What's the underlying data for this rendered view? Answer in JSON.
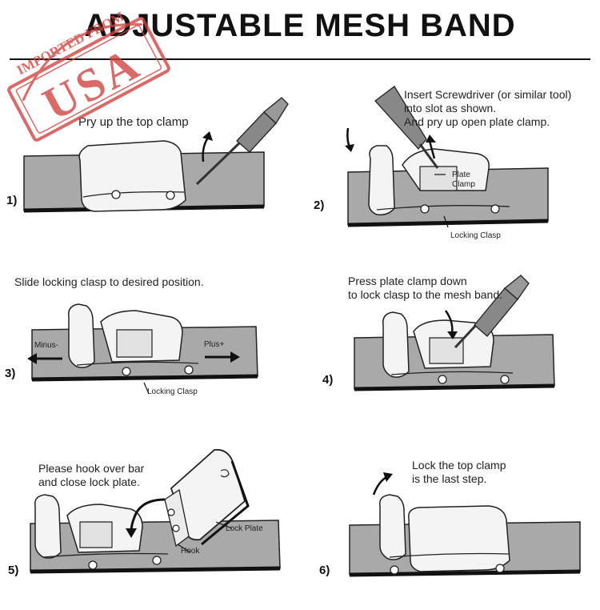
{
  "title": "ADJUSTABLE MESH BAND",
  "stamp": {
    "top_text": "IMPORTED FROM",
    "main_text": "USA"
  },
  "colors": {
    "ink": "#111111",
    "band": "#a9a9a9",
    "band_edge": "#222222",
    "clasp": "#f4f4f4",
    "stamp_red": "#d0413e"
  },
  "steps": [
    {
      "number": "1)",
      "instruction": "Pry up the top clamp"
    },
    {
      "number": "2)",
      "instruction": [
        "Insert Screwdriver (or similar tool)",
        "into slot as shown.",
        "And pry up open plate clamp."
      ],
      "labels": {
        "plate": "Plate",
        "clamp": "Clamp",
        "locking_clasp": "Locking Clasp"
      }
    },
    {
      "number": "3)",
      "instruction": "Slide locking clasp to desired position.",
      "labels": {
        "minus": "Minus-",
        "plus": "Plus+",
        "locking_clasp": "Locking Clasp"
      }
    },
    {
      "number": "4)",
      "instruction": [
        "Press plate clamp down",
        "to lock clasp to the mesh band."
      ]
    },
    {
      "number": "5)",
      "instruction": [
        "Please hook over bar",
        "and close lock plate."
      ],
      "labels": {
        "lock_plate": "Lock Plate",
        "hook": "Hook"
      }
    },
    {
      "number": "6)",
      "instruction": [
        "Lock the top clamp",
        "is the last step."
      ]
    }
  ]
}
